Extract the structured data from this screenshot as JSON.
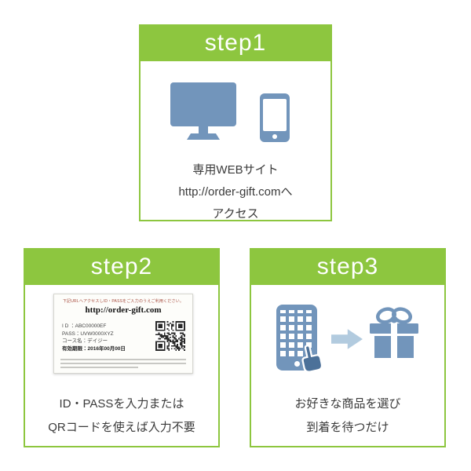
{
  "colors": {
    "green": "#8dc63f",
    "icon_blue": "#7295bb",
    "arrow_blue": "#b2cbdf",
    "hand_blue": "#4c7199"
  },
  "step1": {
    "label": "step1",
    "line1": "専用WEBサイト",
    "line2": "http://order-gift.comへ",
    "line3": "アクセス"
  },
  "step2": {
    "label": "step2",
    "line1": "ID・PASSを入力または",
    "line2": "QRコードを使えば入力不要",
    "card": {
      "notice": "下記URLへアクセスしID・PASSをご入力のうえご利用ください。",
      "url": "http://order-gift.com",
      "id": "I D ：ABC00000EF",
      "pass": "PASS：UVW0000XYZ",
      "course": "コース名：デイジー",
      "expiry": "有効期限：2016年00月00日"
    }
  },
  "step3": {
    "label": "step3",
    "line1": "お好きな商品を選び",
    "line2": "到着を待つだけ"
  }
}
